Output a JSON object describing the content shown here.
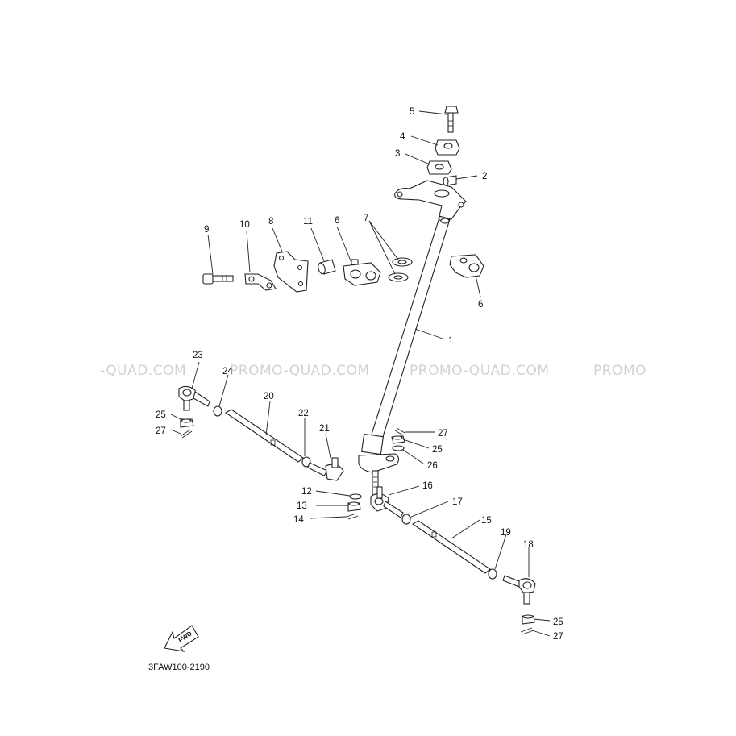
{
  "diagram": {
    "code": "3FAW100-2190",
    "fwd_label": "FWD",
    "watermarks": [
      "-QUAD.COM",
      "PROMO-QUAD.COM",
      "PROMO-QUAD.COM",
      "PROMO"
    ],
    "callouts": {
      "p1": "1",
      "p2": "2",
      "p3": "3",
      "p4": "4",
      "p5": "5",
      "p6a": "6",
      "p6b": "6",
      "p7": "7",
      "p8": "8",
      "p9": "9",
      "p10": "10",
      "p11": "11",
      "p12": "12",
      "p13": "13",
      "p14": "14",
      "p15": "15",
      "p16": "16",
      "p17": "17",
      "p18": "18",
      "p19": "19",
      "p20": "20",
      "p21": "21",
      "p22": "22",
      "p23": "23",
      "p24": "24",
      "p25a": "25",
      "p25b": "25",
      "p25c": "25",
      "p26": "26",
      "p27a": "27",
      "p27b": "27",
      "p27c": "27"
    }
  }
}
